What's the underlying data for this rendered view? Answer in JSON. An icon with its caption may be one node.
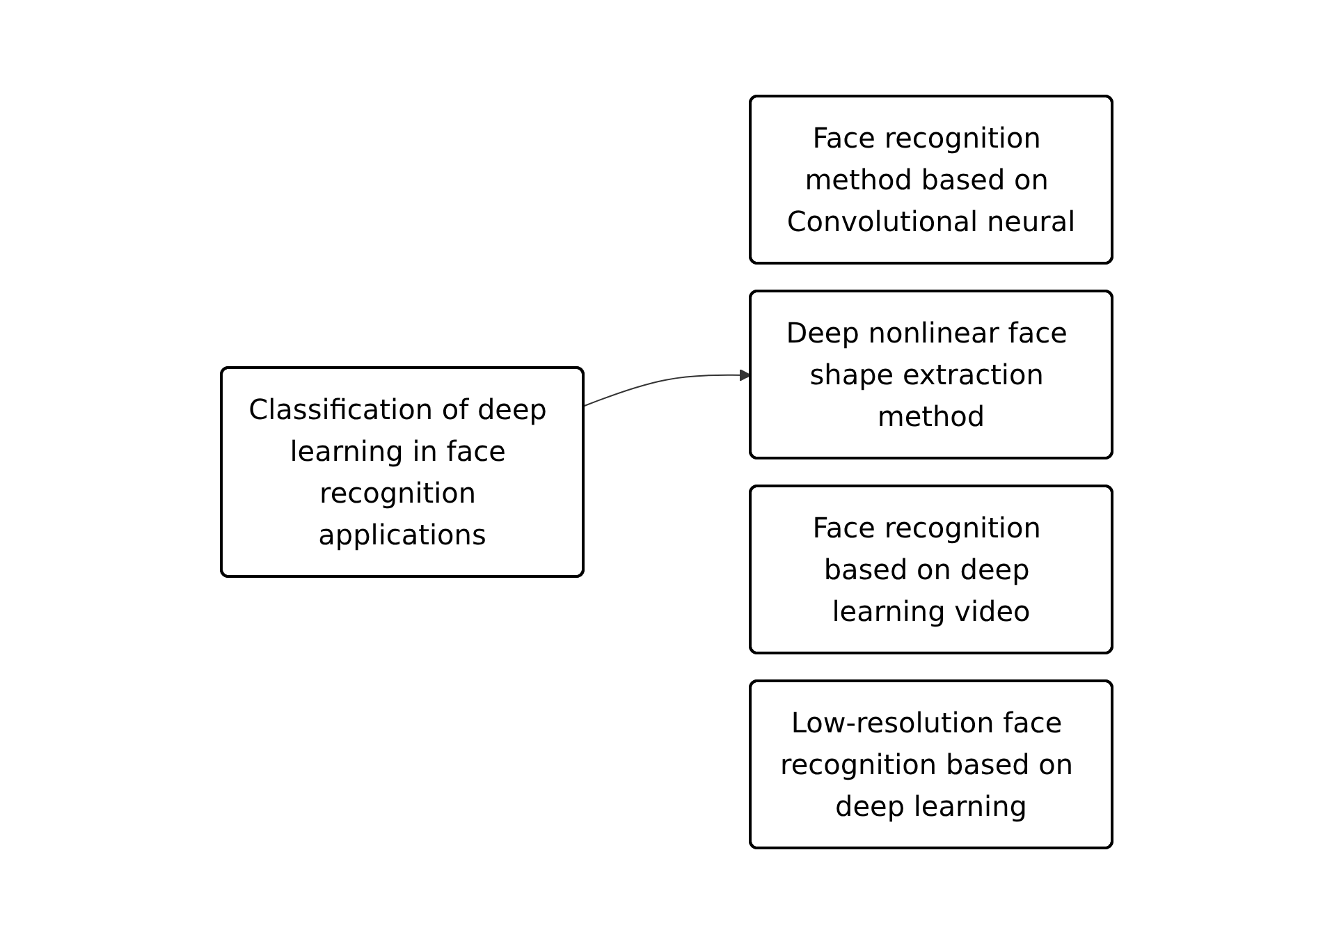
{
  "diagram": {
    "nodes": [
      {
        "text": [
          "Classification of deep learning in face recognition applications"
        ]
      },
      {
        "text": [
          "Face recognition method based on Convolutional neural"
        ]
      },
      {
        "text": [
          "Deep nonlinear face shape extraction method"
        ]
      },
      {
        "text": [
          "Face recognition based on deep learning video"
        ]
      },
      {
        "text": [
          "Low-resolution face recognition based on deep learning"
        ]
      }
    ],
    "edges": [
      {
        "from": 0,
        "to": 2,
        "arrow": "to"
      }
    ]
  }
}
